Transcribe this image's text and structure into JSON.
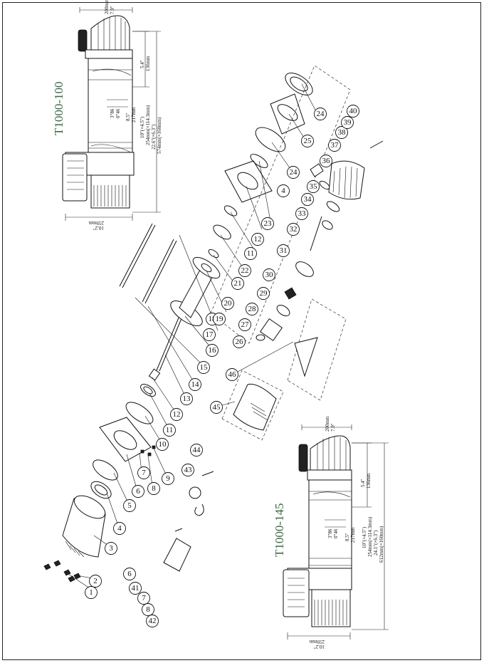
{
  "models": {
    "top": "T1000-100",
    "bottom": "T1000-145"
  },
  "top_dims": {
    "w_in": "7.9\"",
    "w_mm": "200mm",
    "h_in": "5.4\"",
    "h_mm": "136mm",
    "drum_in": "8.5\"",
    "drum_mm": "217mm",
    "mount_a": "10\"(×4.5\")",
    "mount_b": "254mm(×114.3mm)",
    "total_in": "22.6\"(×6.3\")",
    "total_mm": "574mm(×160mm)",
    "depth_in": "10.2\"",
    "depth_mm": "259mm",
    "small_a": "3\"86",
    "small_b": "0\"46"
  },
  "bottom_dims": {
    "w_in": "7.9\"",
    "w_mm": "200mm",
    "h_in": "5.4\"",
    "h_mm": "136mm",
    "drum_in": "8.5\"",
    "drum_mm": "217mm",
    "mount_a": "10\"(×4.5\")",
    "mount_b": "254mm(×114.3mm)",
    "total_in": "24.1\"(×6.3\")",
    "total_mm": "612mm(×160mm)",
    "depth_in": "10.2\"",
    "depth_mm": "259mm",
    "small_a": "3\"86",
    "small_b": "0\"46"
  },
  "callouts": {
    "c1": "1",
    "c2": "2",
    "c3": "3",
    "c4": "4",
    "c4b": "4",
    "c5": "5",
    "c6": "6",
    "c6b": "6",
    "c7": "7",
    "c7b": "7",
    "c8": "8",
    "c8b": "8",
    "c9": "9",
    "c10": "10",
    "c11": "11",
    "c11b": "11",
    "c12": "12",
    "c12b": "12",
    "c13": "13",
    "c14": "14",
    "c15": "15",
    "c16": "16",
    "c17": "17",
    "c18": "18",
    "c19": "19",
    "c20": "20",
    "c21": "21",
    "c22": "22",
    "c23": "23",
    "c24": "24",
    "c24b": "24",
    "c25": "25",
    "c26": "26",
    "c27": "27",
    "c28": "28",
    "c29": "29",
    "c30": "30",
    "c31": "31",
    "c32": "32",
    "c33": "33",
    "c34": "34",
    "c35": "35",
    "c36": "36",
    "c37": "37",
    "c38": "38",
    "c39": "39",
    "c40": "40",
    "c41": "41",
    "c42": "42",
    "c43": "43",
    "c44": "44",
    "c45": "45",
    "c46": "46"
  }
}
